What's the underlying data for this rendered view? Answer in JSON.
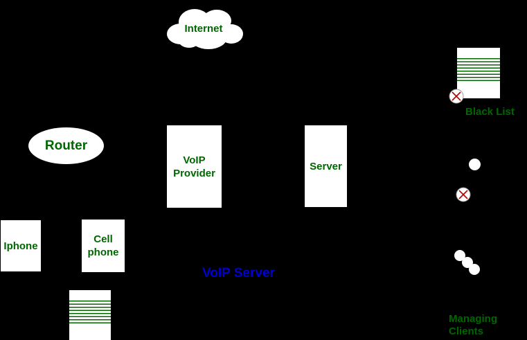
{
  "colors": {
    "background": "#000000",
    "node_fill": "#ffffff",
    "green": "#006600",
    "blue": "#0000cc",
    "red": "#b00000",
    "circle_border": "#999999"
  },
  "nodes": {
    "internet": {
      "label": "Internet"
    },
    "router": {
      "label": "Router"
    },
    "voip_provider": {
      "label": "VoIP\nProvider"
    },
    "server": {
      "label": "Server"
    },
    "iphone": {
      "label": "Iphone"
    },
    "cell_phone": {
      "label": "Cell\nphone"
    }
  },
  "captions": {
    "black_list": {
      "label": "Black List"
    },
    "voip_server": {
      "label": "VoIP Server"
    },
    "managing_clients": {
      "label": "Managing\nClients"
    }
  },
  "icons": {
    "cloud": "cloud-shape",
    "blacklist_document": "white-document-with-green-ruled-lines",
    "client_queue_document": "white-document-with-green-ruled-lines",
    "blocked_client": "white-circle-with-red-x",
    "client": "white-dot",
    "managing_clients_group": "three-white-dots-diagonal"
  }
}
